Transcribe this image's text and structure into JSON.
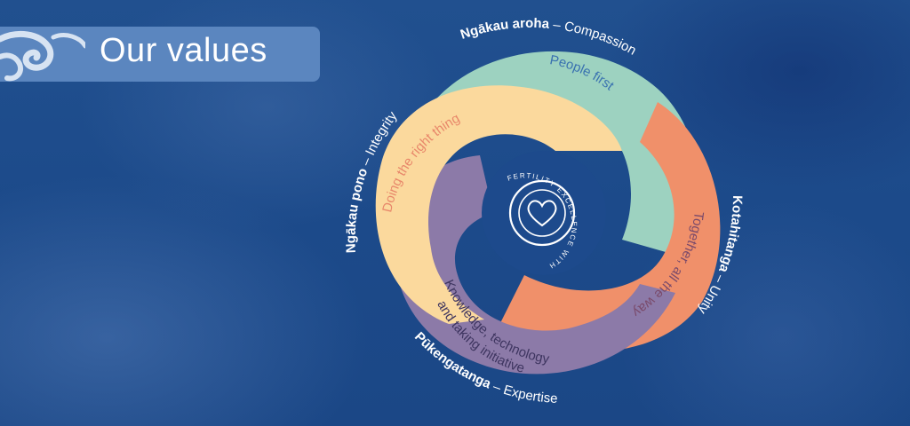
{
  "header": {
    "title": "Our values"
  },
  "center": {
    "tagline": "FERTILITY EXCELLENCE WITH HEART"
  },
  "values": [
    {
      "maori": "Ngākau aroha",
      "english": "Compassion",
      "tagline": "People first",
      "color": "#9dd2c0"
    },
    {
      "maori": "Kotahitanga",
      "english": "Unity",
      "tagline": "Together, all the way",
      "color": "#f0906a"
    },
    {
      "maori": "Pūkengatanga",
      "english": "Expertise",
      "tagline": "Knowledge, technology",
      "tagline2": "and taking initiative",
      "color": "#8c7aa8"
    },
    {
      "maori": "Ngākau pono",
      "english": "Integrity",
      "tagline": "Doing the right thing",
      "color": "#fbd99d"
    }
  ],
  "colors": {
    "background": "#1d4a8c",
    "banner": "#5b86bf",
    "text": "#ffffff"
  }
}
